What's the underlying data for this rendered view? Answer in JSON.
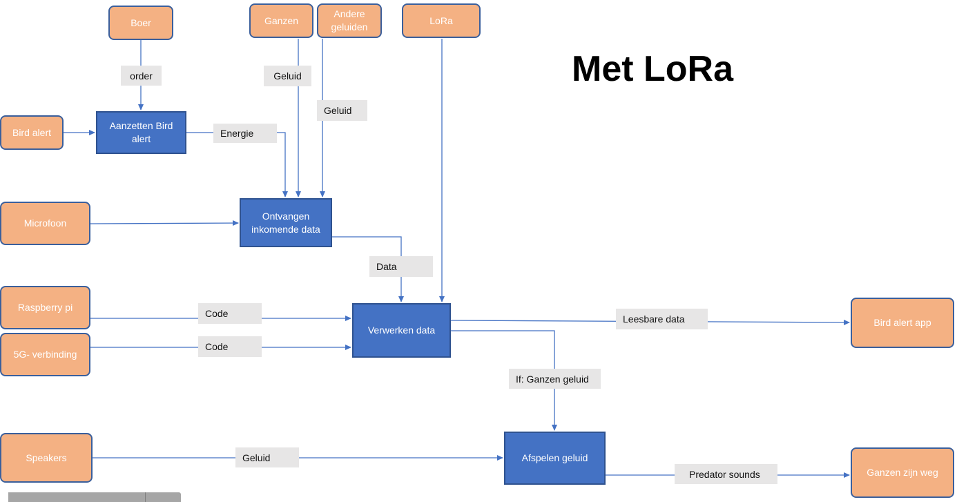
{
  "title": "Met LoRa",
  "colors": {
    "external": "#f4b183",
    "process": "#4472c4",
    "label": "#e7e6e6",
    "arrow": "#4472c4"
  },
  "nodes": {
    "boer": "Boer",
    "ganzen": "Ganzen",
    "andere_geluiden": "Andere\ngeluiden",
    "lora": "LoRa",
    "bird_alert": "Bird alert",
    "microfoon": "Microfoon",
    "raspberry_pi": "Raspberry pi",
    "verbinding_5g": "5G- verbinding",
    "speakers": "Speakers",
    "bird_alert_app": "Bird alert app",
    "ganzen_zijn_weg": "Ganzen zijn weg"
  },
  "processes": {
    "aanzetten": "Aanzetten Bird\nalert",
    "ontvangen": "Ontvangen\ninkomende data",
    "verwerken": "Verwerken data",
    "afspelen": "Afspelen geluid"
  },
  "labels": {
    "order": "order",
    "geluid_ganzen": "Geluid",
    "geluid_andere": "Geluid",
    "energie": "Energie",
    "data": "Data",
    "code_pi": "Code",
    "code_5g": "Code",
    "leesbare_data": "Leesbare data",
    "if_ganzen": "If: Ganzen geluid",
    "geluid_speakers": "Geluid",
    "predator_sounds": "Predator sounds"
  }
}
